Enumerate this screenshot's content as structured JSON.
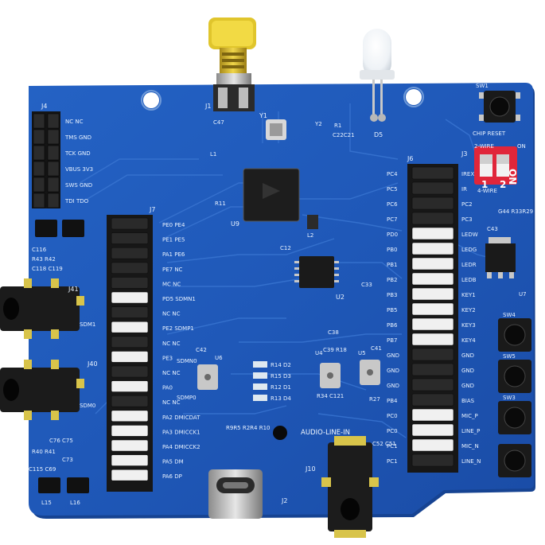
{
  "board": {
    "colors": {
      "pcb": "#1f58b8",
      "pcb_dark": "#184aa0",
      "trace": "#2a67c6",
      "silkscreen": "#e8f2ff",
      "header_black": "#1a1a1a",
      "jumper_white": "#f0f0f0",
      "dip_switch": "#e0263a",
      "sma_gold": "#d8c22a",
      "led_body": "#f4f4f4"
    },
    "connectors": {
      "j1": "J1",
      "j2": "J2",
      "j3": "J3",
      "j4": "J4",
      "j6": "J6",
      "j7": "J7",
      "j10": "J10",
      "j40": "J40",
      "j41": "J41",
      "audio_line_in": "AUDIO-LINE-IN"
    },
    "j4_labels": [
      "NC NC",
      "TMS GND",
      "TCK GND",
      "VBUS 3V3",
      "SWS GND",
      "TDI TDO"
    ],
    "j7_labels": [
      "PE0 PE4",
      "PE1 PE5",
      "PA1 PE6",
      "PE7 NC",
      "MC NC",
      "PD5 SDMN1",
      "NC NC",
      "PE2 SDMP1",
      "NC NC",
      "PE3",
      "NC NC",
      "PA0",
      "NC NC",
      "PA2 DMICDAT",
      "PA3 DMICCK1",
      "PA4 DMICCK2",
      "PA5 DM",
      "PA6 DP"
    ],
    "j6_left_labels": [
      "PC4",
      "PC5",
      "PC6",
      "PC7",
      "PD0",
      "PB0",
      "PB1",
      "PB2",
      "PB3",
      "PB5",
      "PB6",
      "PB7",
      "GND",
      "GND",
      "GND",
      "PB4",
      "PC0",
      "PC0",
      "PC1",
      "PC1"
    ],
    "j6_right_labels": [
      "IREX",
      "IR",
      "PC2",
      "PC3",
      "LEDW",
      "LEDG",
      "LEDR",
      "LEDB",
      "KEY1",
      "KEY2",
      "KEY3",
      "KEY4",
      "GND",
      "GND",
      "GND",
      "BIAS",
      "MIC_P",
      "LINE_P",
      "MIC_N",
      "LINE_N"
    ],
    "dip": {
      "label_2wire": "2-WIRE",
      "label_on": "ON",
      "label_4wire": "4-WIRE",
      "positions": [
        "1",
        "2"
      ],
      "on_text": "ON"
    },
    "buttons": {
      "sw1": "SW1",
      "chip_reset": "CHIP RESET",
      "sw4": "SW4",
      "sw5": "SW5",
      "sw3": "SW3"
    },
    "chips": {
      "u9": "U9",
      "u2": "U2",
      "u4": "U4",
      "u5": "U5",
      "u6": "U6",
      "u7": "U7",
      "y1": "Y1",
      "y2": "Y2",
      "l1": "L1",
      "l2": "L2"
    },
    "leds": {
      "d2": "R14 D2",
      "d3": "R15 D3",
      "d1": "R12 D1",
      "d4": "R13 D4",
      "d5": "D5"
    },
    "passives": {
      "r11": "R11",
      "c47": "C47",
      "c12": "C12",
      "r1": "R1",
      "c22_c21": "C22C21",
      "c39_r18": "C39 R18",
      "c41": "C41",
      "r34_c121": "R34 C121",
      "r27": "R27",
      "c42": "C42",
      "sdmn0": "SDMN0",
      "sdmp0": "SDMP0",
      "c38": "C38",
      "c33": "C33",
      "c52_c51": "C52 C51",
      "r9r5_r2r4_r10": "R9R5 R2R4 R10",
      "c76_c75": "C76 C75",
      "r40_r41": "R40 R41",
      "c73": "C73",
      "c115_c69": "C115 C69",
      "l15": "L15",
      "l16": "L16",
      "c116": "C116",
      "r43_r42": "R43 R42",
      "c118_c119": "C118 C119",
      "sdm1": "SDM1",
      "sdm0": "SDM0",
      "g44_r33r29": "G44 R33R29",
      "c43": "C43",
      "sdmn1": "SDMN1",
      "sdmp1": "SDMP1"
    }
  }
}
